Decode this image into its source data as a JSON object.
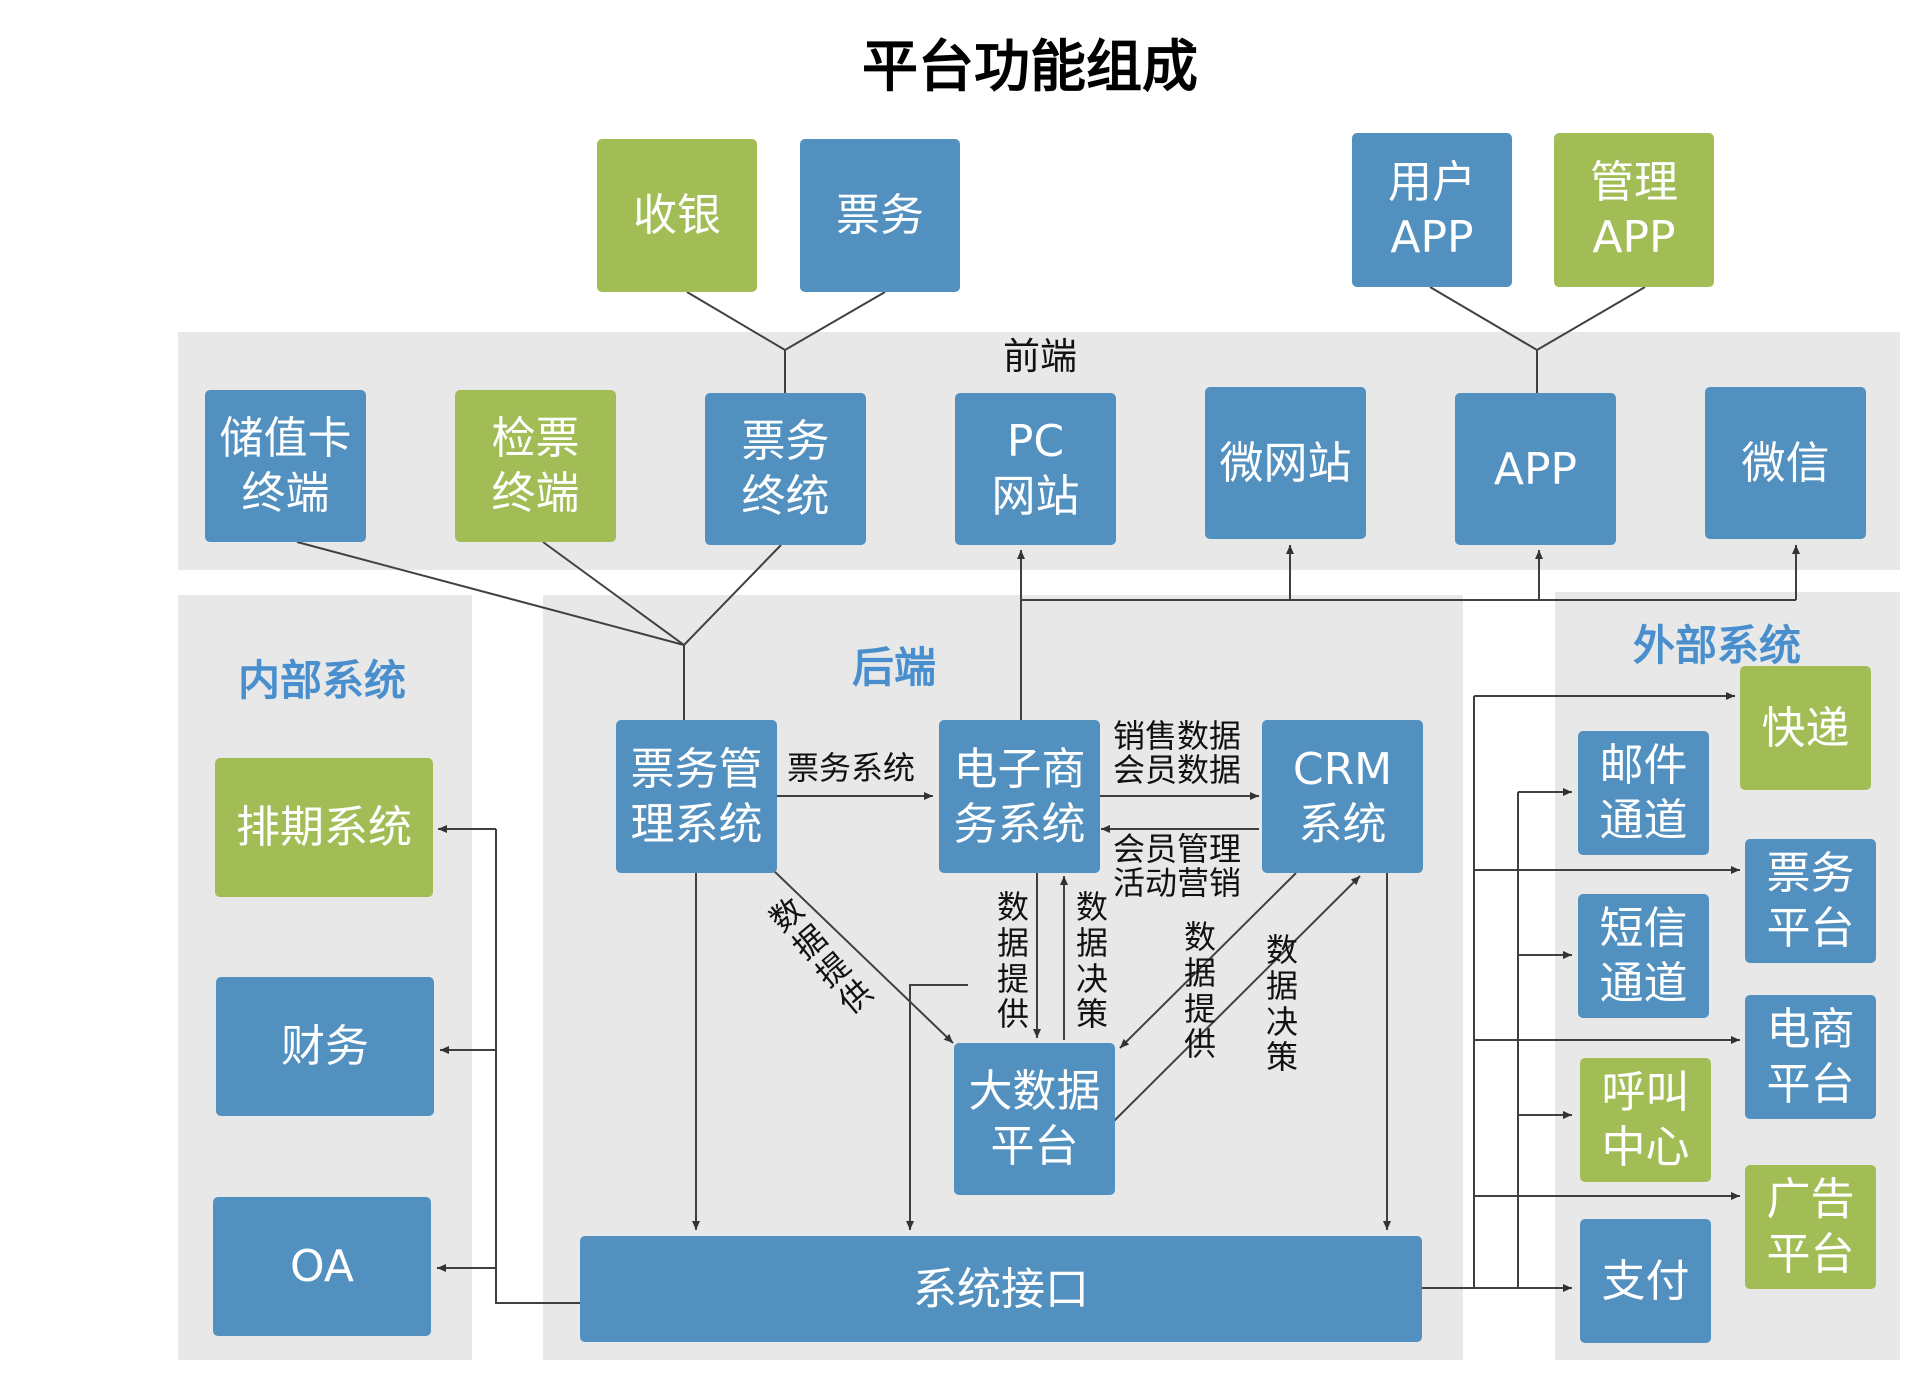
{
  "title": "平台功能组成",
  "sections": {
    "frontend": "前端",
    "backend": "后端",
    "internal": "内部系统",
    "external": "外部系统"
  },
  "top_nodes": {
    "cashier": "收银",
    "ticketing": "票务",
    "user_app": "用户\nAPP",
    "admin_app": "管理\nAPP"
  },
  "frontend_nodes": {
    "stored_value": "储值卡\n终端",
    "ticket_check": "检票\n终端",
    "ticket_terminal": "票务\n终统",
    "pc_site": "PC\n网站",
    "micro_site": "微网站",
    "app": "APP",
    "wechat": "微信"
  },
  "backend_nodes": {
    "ticket_mgmt": "票务管\n理系统",
    "ecommerce": "电子商\n务系统",
    "crm": "CRM\n系统",
    "big_data": "大数据\n平台",
    "interface": "系统接口"
  },
  "internal_nodes": {
    "scheduling": "排期系统",
    "finance": "财务",
    "oa": "OA"
  },
  "external_nodes": {
    "express": "快递",
    "mail": "邮件\n通道",
    "ticket_platform": "票务\n平台",
    "sms": "短信\n通道",
    "ec_platform": "电商\n平台",
    "call_center": "呼叫\n中心",
    "ad_platform": "广告\n平台",
    "payment": "支付"
  },
  "edge_labels": {
    "ticket_system": "票务系统",
    "sales_member_data": "销售数据\n会员数据",
    "member_marketing": "会员管理\n活动营销",
    "data_provide_ticket": "数\n据\n提\n供",
    "data_provide_ec": "数\n据\n提\n供",
    "data_decision_ec": "数\n据\n决\n策",
    "data_provide_crm": "数\n据\n提\n供",
    "data_decision_crm": "数\n据\n决\n策"
  },
  "colors": {
    "blue": "#5290c0",
    "green": "#a2bd55",
    "panel": "#e8e8e8",
    "header": "#4a8fcd"
  }
}
